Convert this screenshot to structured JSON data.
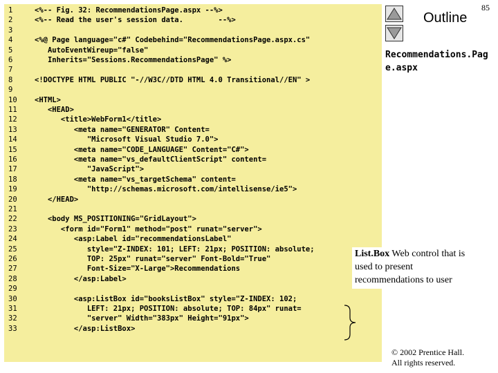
{
  "page_number": "85",
  "outline": {
    "title": "Outline",
    "file_name": "Recommendations.Page.aspx"
  },
  "nav": {
    "up_icon": "triangle-up-icon",
    "down_icon": "triangle-down-icon"
  },
  "code_lines": [
    {
      "n": "1",
      "text": "<%-- Fig. 32: RecommendationsPage.aspx --%>"
    },
    {
      "n": "2",
      "text": "<%-- Read the user's session data.        --%>"
    },
    {
      "n": "3",
      "text": ""
    },
    {
      "n": "4",
      "text": "<%@ Page language=\"c#\" Codebehind=\"RecommendationsPage.aspx.cs\""
    },
    {
      "n": "5",
      "text": "   AutoEventWireup=\"false\""
    },
    {
      "n": "6",
      "text": "   Inherits=\"Sessions.RecommendationsPage\" %>"
    },
    {
      "n": "7",
      "text": ""
    },
    {
      "n": "8",
      "text": "<!DOCTYPE HTML PUBLIC \"-//W3C//DTD HTML 4.0 Transitional//EN\" >"
    },
    {
      "n": "9",
      "text": ""
    },
    {
      "n": "10",
      "text": "<HTML>"
    },
    {
      "n": "11",
      "text": "   <HEAD>"
    },
    {
      "n": "12",
      "text": "      <title>WebForm1</title>"
    },
    {
      "n": "13",
      "text": "         <meta name=\"GENERATOR\" Content="
    },
    {
      "n": "14",
      "text": "            \"Microsoft Visual Studio 7.0\">"
    },
    {
      "n": "15",
      "text": "         <meta name=\"CODE_LANGUAGE\" Content=\"C#\">"
    },
    {
      "n": "16",
      "text": "         <meta name=\"vs_defaultClientScript\" content="
    },
    {
      "n": "17",
      "text": "            \"JavaScript\">"
    },
    {
      "n": "18",
      "text": "         <meta name=\"vs_targetSchema\" content="
    },
    {
      "n": "19",
      "text": "            \"http://schemas.microsoft.com/intellisense/ie5\">"
    },
    {
      "n": "20",
      "text": "   </HEAD>"
    },
    {
      "n": "21",
      "text": ""
    },
    {
      "n": "22",
      "text": "   <body MS_POSITIONING=\"GridLayout\">"
    },
    {
      "n": "23",
      "text": "      <form id=\"Form1\" method=\"post\" runat=\"server\">"
    },
    {
      "n": "24",
      "text": "         <asp:Label id=\"recommendationsLabel\""
    },
    {
      "n": "25",
      "text": "            style=\"Z-INDEX: 101; LEFT: 21px; POSITION: absolute;"
    },
    {
      "n": "26",
      "text": "            TOP: 25px\" runat=\"server\" Font-Bold=\"True\""
    },
    {
      "n": "27",
      "text": "            Font-Size=\"X-Large\">Recommendations"
    },
    {
      "n": "28",
      "text": "         </asp:Label>"
    },
    {
      "n": "29",
      "text": ""
    },
    {
      "n": "30",
      "text": "         <asp:ListBox id=\"booksListBox\" style=\"Z-INDEX: 102;"
    },
    {
      "n": "31",
      "text": "            LEFT: 21px; POSITION: absolute; TOP: 84px\" runat="
    },
    {
      "n": "32",
      "text": "            \"server\" Width=\"383px\" Height=\"91px\">"
    },
    {
      "n": "33",
      "text": "         </asp:ListBox>"
    }
  ],
  "callout": {
    "keyword": "List.Box",
    "text": " Web control that is used to present recommendations to user"
  },
  "brace_icon": "curly-brace-icon",
  "copyright": {
    "line1": "© 2002 Prentice Hall.",
    "line2": "All rights reserved."
  }
}
